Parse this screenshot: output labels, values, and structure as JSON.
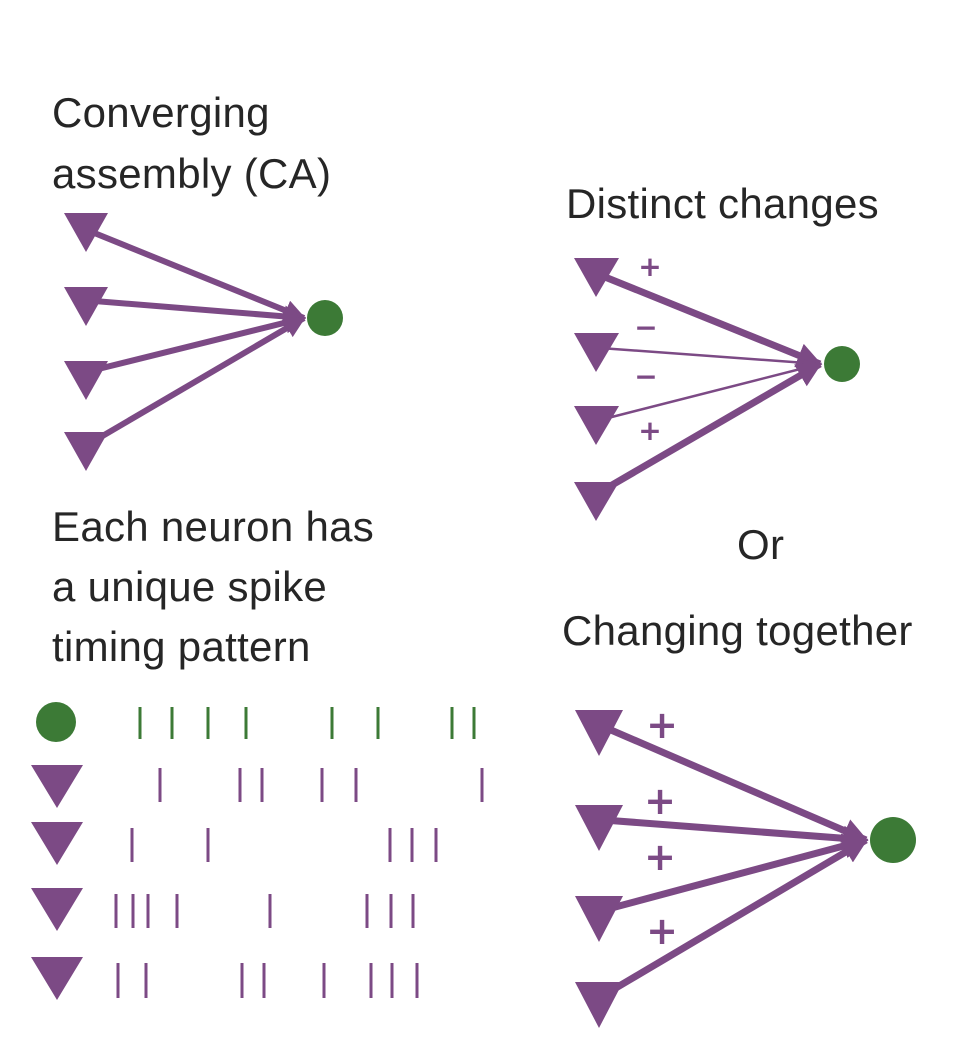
{
  "colors": {
    "purple": "#7c4a85",
    "green": "#3c7a36",
    "text": "#262626"
  },
  "labels": {
    "ca_title_line1": "Converging",
    "ca_title_line2": "assembly (CA)",
    "distinct_title": "Distinct changes",
    "or_label": "Or",
    "together_title": "Changing together",
    "spike_title_line1": "Each neuron has",
    "spike_title_line2": "a unique spike",
    "spike_title_line3": "timing pattern"
  },
  "distinct_signs": [
    "+",
    "−",
    "−",
    "+"
  ],
  "together_signs": [
    "+",
    "+",
    "+",
    "+"
  ],
  "spike_rows": [
    {
      "neuron": "green-circle",
      "spikes": [
        140,
        172,
        208,
        246,
        332,
        378,
        452,
        474
      ]
    },
    {
      "neuron": "purple-triangle",
      "spikes": [
        160,
        240,
        262,
        322,
        356,
        482
      ]
    },
    {
      "neuron": "purple-triangle",
      "spikes": [
        132,
        208,
        390,
        412,
        436
      ]
    },
    {
      "neuron": "purple-triangle",
      "spikes": [
        116,
        133,
        148,
        177,
        270,
        367,
        391,
        413
      ]
    },
    {
      "neuron": "purple-triangle",
      "spikes": [
        118,
        146,
        242,
        264,
        324,
        371,
        392,
        417
      ]
    }
  ]
}
